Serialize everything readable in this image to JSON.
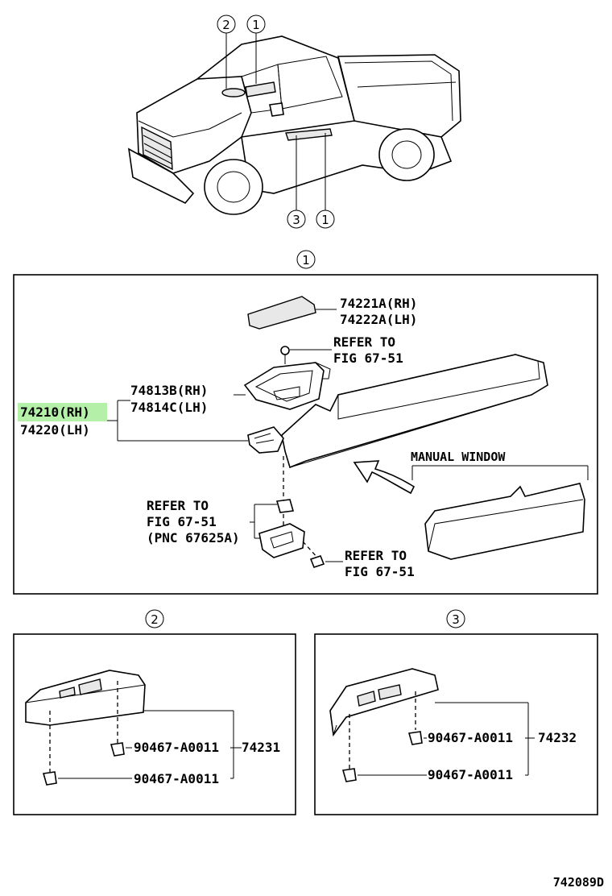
{
  "truck_view": {
    "callouts_top": [
      "2",
      "1"
    ],
    "callouts_bottom": [
      "3",
      "1"
    ]
  },
  "section1": {
    "marker": "1",
    "lamp_part": [
      "74221A(RH)",
      "74222A(LH)"
    ],
    "refer_top": [
      "REFER TO",
      "FIG 67-51"
    ],
    "armrest_base": [
      "74813B(RH)",
      "74814C(LH)"
    ],
    "assembly": [
      "74210(RH)",
      "74220(LH)"
    ],
    "manual_window_label": "MANUAL WINDOW",
    "refer_mid": [
      "REFER TO",
      "FIG 67-51",
      "(PNC 67625A)"
    ],
    "refer_bottom": [
      "REFER TO",
      "FIG 67-51"
    ]
  },
  "section2": {
    "marker": "2",
    "clip_upper": "90467-A0011",
    "clip_lower": "90467-A0011",
    "panel_part": "74231"
  },
  "section3": {
    "marker": "3",
    "clip_upper": "90467-A0011",
    "clip_lower": "90467-A0011",
    "panel_part": "74232"
  },
  "figure_code": "742089D",
  "colors": {
    "highlight": "#b5f0a8",
    "line": "#000000"
  }
}
